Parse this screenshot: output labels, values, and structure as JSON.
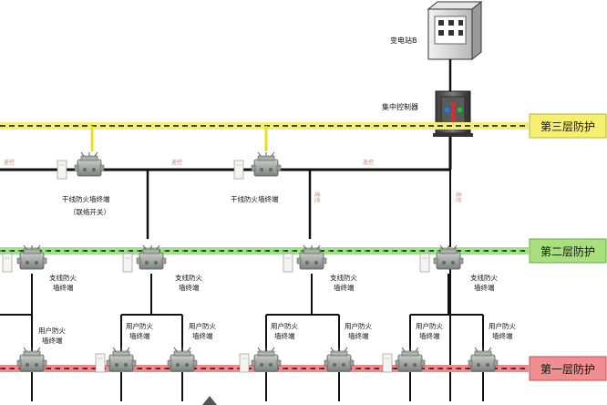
{
  "substation": {
    "label": "变电站B"
  },
  "controller": {
    "label": "集中控制器"
  },
  "layers": {
    "third": {
      "label": "第三层防护",
      "color": "#f7ef6e"
    },
    "second": {
      "label": "第二层防护",
      "color": "#a7e07d"
    },
    "first": {
      "label": "第一层防护",
      "color": "#ef8f8f"
    }
  },
  "trunk_terminals": [
    {
      "line1": "干线防火墙终端",
      "line2": "（联络开关）"
    },
    {
      "line1": "干线防火墙终端",
      "line2": ""
    }
  ],
  "branch_terminals": [
    {
      "line1": "支线防火",
      "line2": "墙终端"
    },
    {
      "line1": "支线防火",
      "line2": "墙终端"
    },
    {
      "line1": "支线防火",
      "line2": "墙终端"
    },
    {
      "line1": "支线防火",
      "line2": "墙终端"
    }
  ],
  "user_terminals": [
    {
      "line1": "用户防火",
      "line2": "墙终端"
    },
    {
      "line1": "用户防火",
      "line2": "墙终端"
    },
    {
      "line1": "用户防火",
      "line2": "墙终端"
    },
    {
      "line1": "用户防火",
      "line2": "墙终端"
    },
    {
      "line1": "用户防火",
      "line2": "墙终端"
    },
    {
      "line1": "用户防火",
      "line2": "墙终端"
    },
    {
      "line1": "用户防火",
      "line2": "墙终端"
    }
  ],
  "red_labels": [
    "遥控",
    "遥控",
    "遥控",
    "遥控",
    "遥控"
  ],
  "colors": {
    "power_line": "#111111",
    "third_bus": "#e8e020",
    "second_bus": "#28b82e",
    "first_bus": "#d41e1e"
  }
}
